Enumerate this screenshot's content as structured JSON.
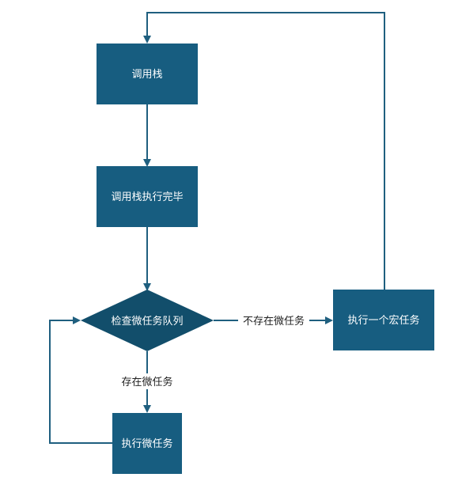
{
  "nodes": {
    "call_stack": "调用栈",
    "call_stack_done": "调用栈执行完毕",
    "check_microtask_queue": "检查微任务队列",
    "execute_microtask": "执行微任务",
    "execute_macrotask": "执行一个宏任务"
  },
  "edges": {
    "has_microtask": "存在微任务",
    "no_microtask": "不存在微任务"
  },
  "colors": {
    "box_fill": "#175d80",
    "diamond_fill": "#124e6b",
    "line": "#1f5f7f",
    "text": "#ffffff",
    "label_text": "#222222"
  }
}
